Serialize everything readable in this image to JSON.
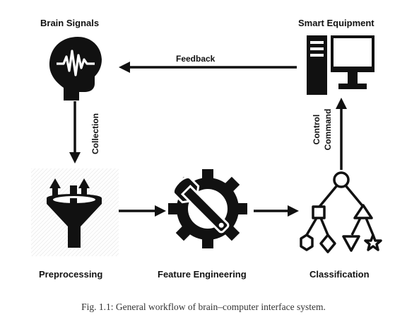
{
  "nodes": {
    "brain_signals": "Brain Signals",
    "smart_equipment": "Smart Equipment",
    "preprocessing": "Preprocessing",
    "feature_engineering": "Feature Engineering",
    "classification": "Classification"
  },
  "edges": {
    "feedback": "Feedback",
    "collection": "Collection",
    "control_command_line1": "Control",
    "control_command_line2": "Command"
  },
  "caption": "Fig. 1.1:  General workflow of brain–computer interface system.",
  "icons": [
    "brain-signal-head-icon",
    "computer-monitor-icon",
    "filter-funnel-icon",
    "gear-wrench-icon",
    "classification-tree-icon"
  ],
  "colors": {
    "ink": "#111111",
    "caption": "#333333"
  }
}
